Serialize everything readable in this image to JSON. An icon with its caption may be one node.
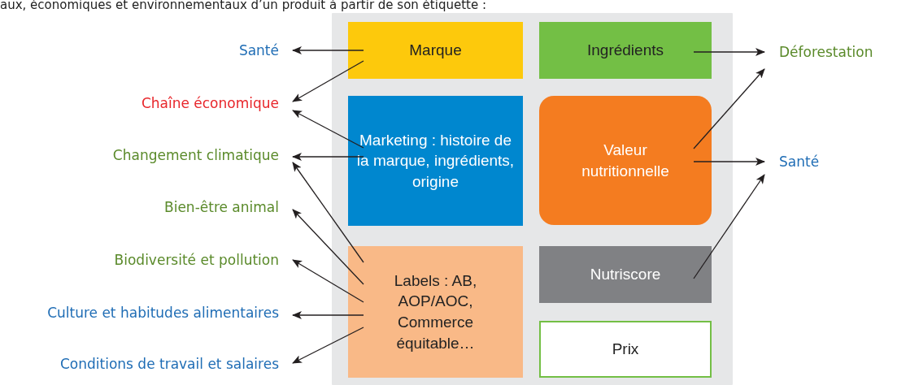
{
  "diagram": {
    "nodes": [
      {
        "text": [],
        "shape": "box"
      },
      {
        "text": [
          "Marque"
        ],
        "in": 0
      },
      {
        "text": [
          "Ingrédients"
        ],
        "in": 0
      },
      {
        "text": [
          "Marketing : histoire de la marque, ingrédients, origine"
        ],
        "in": 0
      },
      {
        "text": [
          "Valeur nutritionnelle"
        ],
        "in": 0
      },
      {
        "text": [
          "Labels : AB, AOP/AOC, Commerce équitable…"
        ],
        "in": 0
      },
      {
        "text": [
          "Nutriscore"
        ],
        "in": 0
      },
      {
        "text": [
          "Prix"
        ],
        "in": 0
      },
      {
        "text": [
          "Santé"
        ]
      },
      {
        "text": [
          "Chaîne économique"
        ]
      },
      {
        "text": [
          "Changement climatique"
        ]
      },
      {
        "text": [
          "Bien-être animal"
        ]
      },
      {
        "text": [
          "Biodiversité et pollution"
        ]
      },
      {
        "text": [
          "Culture et habitudes alimentaires"
        ]
      },
      {
        "text": [
          "Conditions de travail et salaires"
        ]
      },
      {
        "text": [
          "Déforestation"
        ]
      },
      {
        "text": [
          "Santé"
        ]
      }
    ],
    "edges": [
      {
        "from": 1,
        "to": 8,
        "arrow": "to"
      },
      {
        "from": 1,
        "to": 9,
        "arrow": "to"
      },
      {
        "from": 3,
        "to": 9,
        "arrow": "to"
      },
      {
        "from": 3,
        "to": 10,
        "arrow": "to"
      },
      {
        "from": 5,
        "to": 10,
        "arrow": "to"
      },
      {
        "from": 5,
        "to": 11,
        "arrow": "to"
      },
      {
        "from": 5,
        "to": 12,
        "arrow": "to"
      },
      {
        "from": 5,
        "to": 13,
        "arrow": "to"
      },
      {
        "from": 5,
        "to": 14,
        "arrow": "to"
      },
      {
        "from": 2,
        "to": 15,
        "arrow": "to"
      },
      {
        "from": 4,
        "to": 15,
        "arrow": "to"
      },
      {
        "from": 4,
        "to": 16,
        "arrow": "to"
      },
      {
        "from": 6,
        "to": 16,
        "arrow": "to"
      }
    ],
    "labels": [
      "aux, économiques et environnementaux d’un produit à partir de son étiquette :"
    ]
  }
}
